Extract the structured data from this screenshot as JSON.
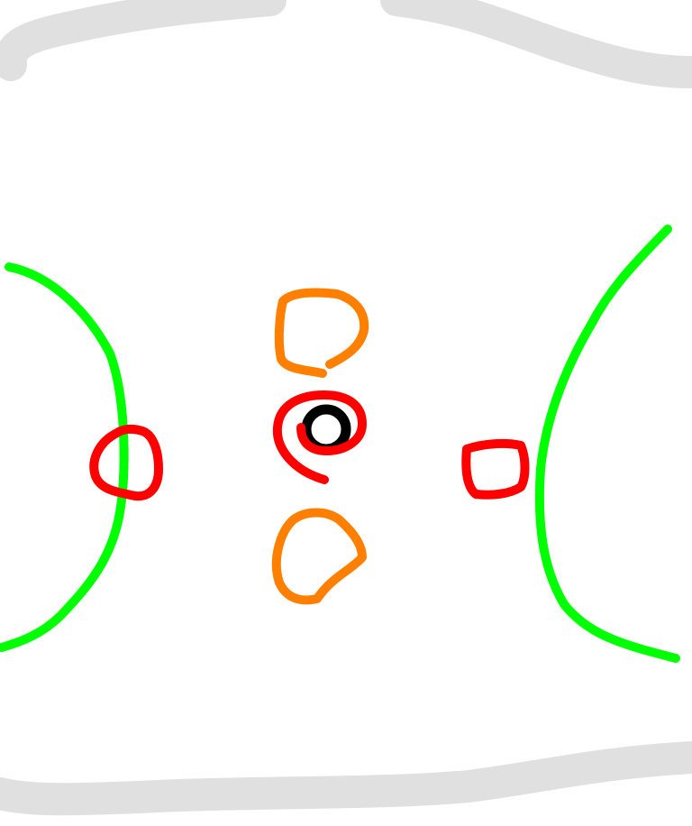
{
  "canvas": {
    "background": "#ffffff"
  },
  "colors": {
    "border_gray": "#e0e0e0",
    "goal_arc_green": "#00ff00",
    "red_mark": "#ff0000",
    "orange_mark": "#ff8000",
    "black_mark": "#000000"
  },
  "shapes": {
    "top_border": "gray-stroke",
    "bottom_border": "gray-stroke",
    "left_arc": "green-arc",
    "right_arc": "green-arc",
    "left_red_loop": "red-loop",
    "right_red_loop": "red-loop",
    "center_red_loop": "red-loop",
    "center_black_dot": "black-dot",
    "top_orange_loop": "orange-loop",
    "bottom_orange_loop": "orange-loop"
  }
}
